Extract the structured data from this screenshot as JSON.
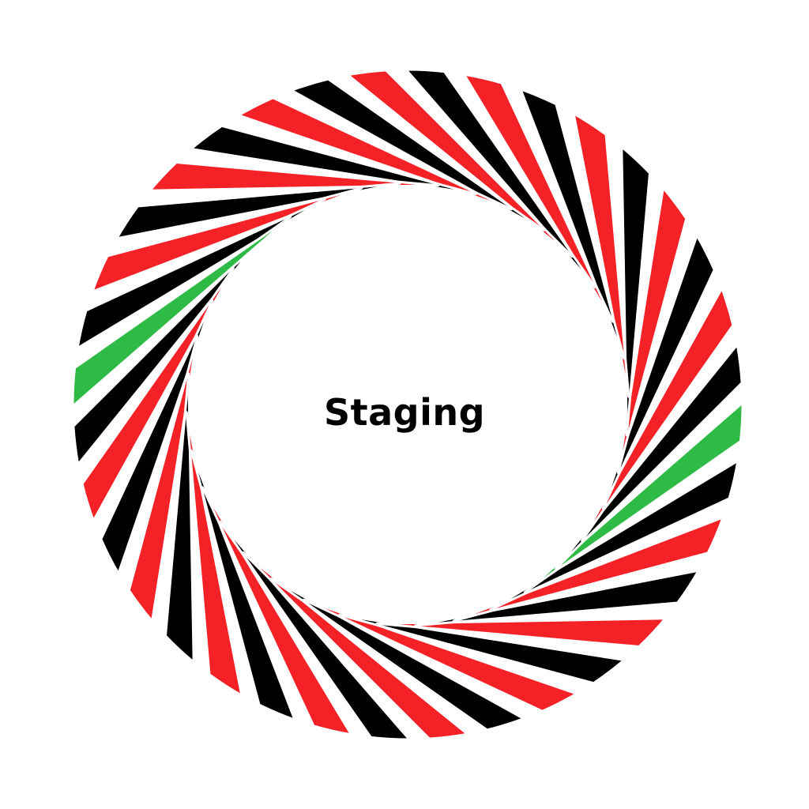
{
  "label": "Staging",
  "spinner": {
    "blade_count": 36,
    "pattern": [
      "red",
      "black"
    ],
    "highlight_blades": [
      0,
      18
    ],
    "colors": {
      "red": "#f42127",
      "black": "#000000",
      "green": "#2ebb45",
      "separator": "#ffffff"
    }
  }
}
